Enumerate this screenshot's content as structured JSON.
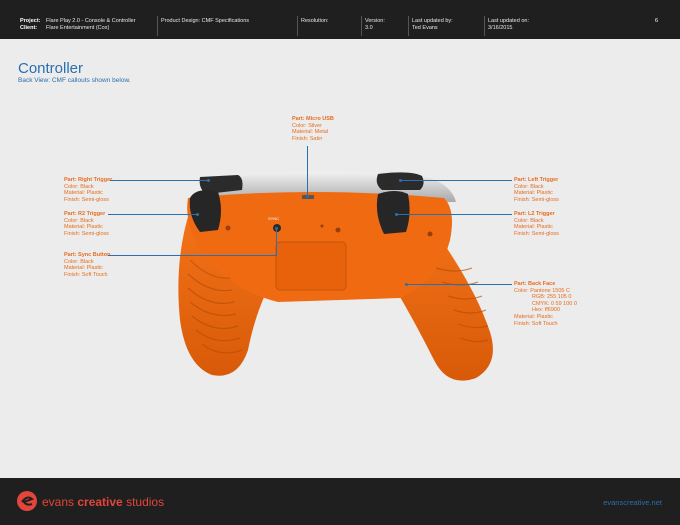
{
  "header": {
    "project_label": "Project:",
    "project_value": "Flare Play 2.0 - Console & Controller",
    "client_label": "Client:",
    "client_value": "Flare Entertainment (Cox)",
    "product_design": "Product Design: CMF Specifications",
    "resolution_label": "Resolution:",
    "version_label": "Version:",
    "version_value": "3.0",
    "updated_by_label": "Last updated by:",
    "updated_by_value": "Ted Evans",
    "updated_on_label": "Last updated on:",
    "updated_on_value": "3/16/2015",
    "page_number": "6"
  },
  "title": "Controller",
  "subtitle": "Back View: CMF callouts shown below.",
  "callouts": {
    "micro_usb": {
      "part": "Part: Micro USB",
      "lines": [
        "Color: Silver",
        "Material: Metal",
        "Finish: Satin"
      ]
    },
    "right_trigger": {
      "part": "Part: Right Trigger",
      "lines": [
        "Color: Black",
        "Material: Plastic",
        "Finish: Semi-gloss"
      ]
    },
    "r2_trigger": {
      "part": "Part: R2 Trigger",
      "lines": [
        "Color: Black",
        "Material: Plastic",
        "Finish: Semi-gloss"
      ]
    },
    "sync_button": {
      "part": "Part: Sync Button",
      "lines": [
        "Color: Black",
        "Material: Plastic",
        "Finish: Soft Touch"
      ]
    },
    "left_trigger": {
      "part": "Part: Left Trigger",
      "lines": [
        "Color: Black",
        "Material: Plastic",
        "Finish: Semi-gloss"
      ]
    },
    "l2_trigger": {
      "part": "Part: L2 Trigger",
      "lines": [
        "Color: Black",
        "Material: Plastic",
        "Finish: Semi-gloss"
      ]
    },
    "back_face": {
      "part": "Part: Back Face",
      "lines": [
        "Color: Pantone 1505 C",
        "RGB: 255 105 0",
        "CMYK: 0 59 100 0",
        "Hex: ff6900",
        "Material: Plastic",
        "Finish: Soft Touch"
      ]
    }
  },
  "sync_label": "SYNC",
  "footer": {
    "brand_plain": "evans ",
    "brand_bold": "creative",
    "brand_tail": " studios",
    "url": "evanscreative.net"
  },
  "colors": {
    "accent_blue": "#2a6fae",
    "callout_orange": "#e66c1e",
    "controller_orange": "#ff6900",
    "bar_dark": "#1f1f1f"
  }
}
